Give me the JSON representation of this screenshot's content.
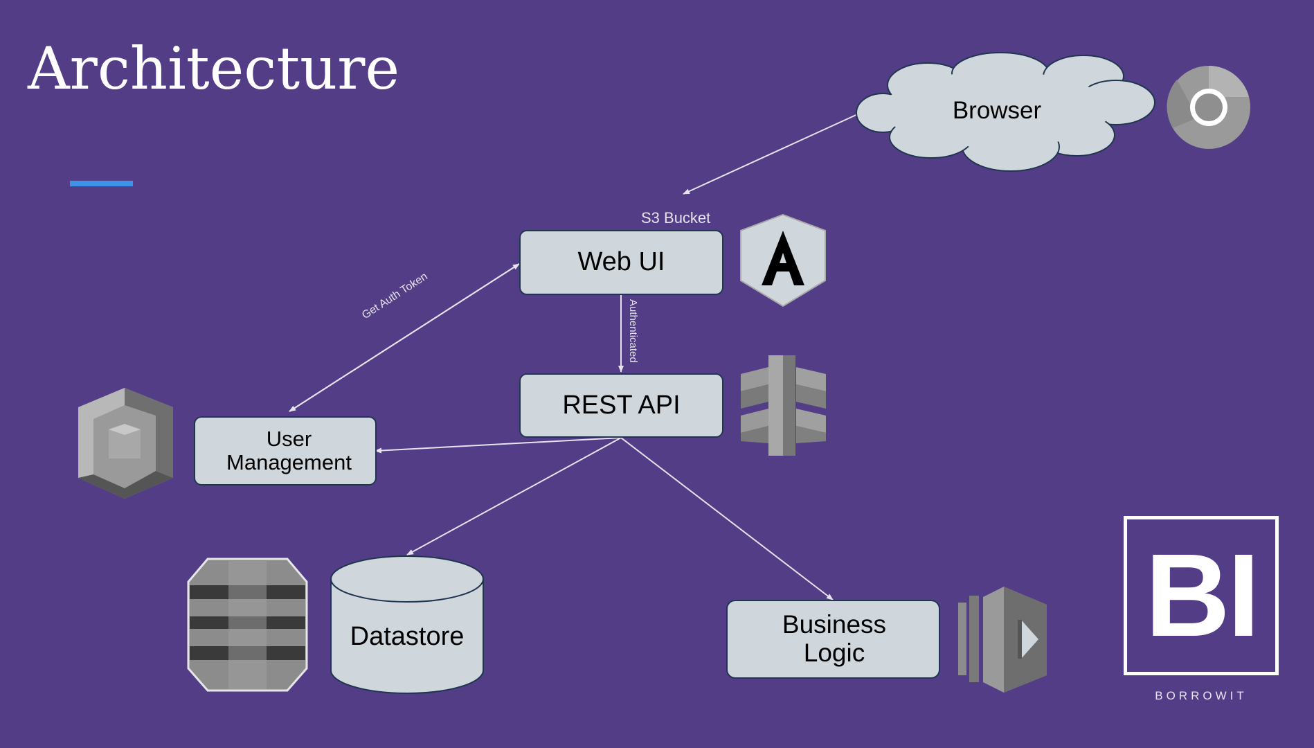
{
  "slide": {
    "title": "Architecture"
  },
  "nodes": {
    "browser": "Browser",
    "web_ui": "Web UI",
    "rest_api": "REST API",
    "user_management": "User Management",
    "datastore": "Datastore",
    "business_logic": "Business Logic"
  },
  "labels": {
    "s3_bucket": "S3 Bucket",
    "get_auth_token": "Get Auth Token",
    "authenticated": "Authenticated"
  },
  "brand": {
    "logo": "BI",
    "name": "BORROWIT"
  },
  "icons": [
    "chrome-icon",
    "angular-icon",
    "api-gateway-icon",
    "cognito-icon",
    "dynamodb-icon",
    "lambda-icon"
  ],
  "colors": {
    "background": "#533d86",
    "node_fill": "#d0d7dc",
    "node_stroke": "#1f3550",
    "accent": "#3f93e6",
    "arrow": "#e6e3ef"
  }
}
